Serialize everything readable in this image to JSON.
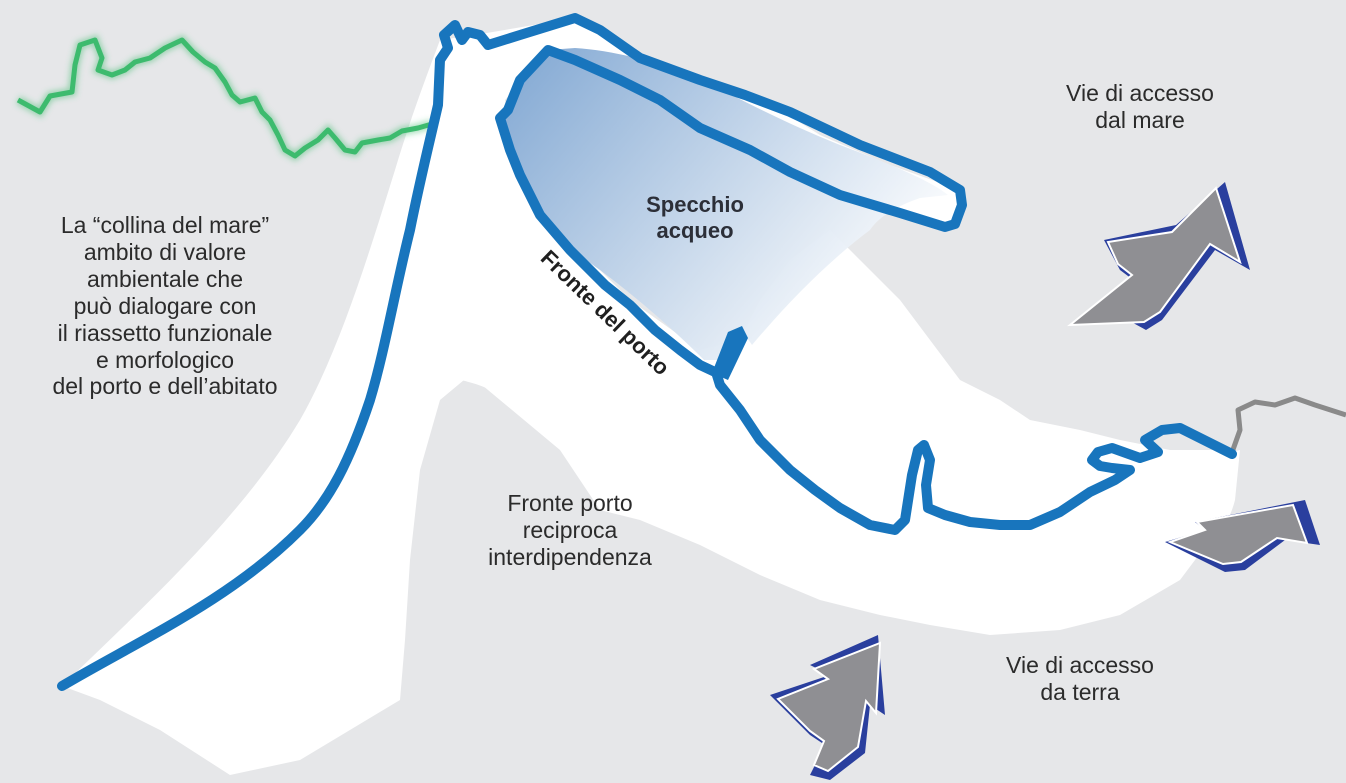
{
  "labels": {
    "collina": [
      "La “collina del mare”",
      "ambito di valore",
      "ambientale che",
      "può dialogare con",
      "il riassetto funzionale",
      "e morfologico",
      "del porto e dell’abitato"
    ],
    "vie_mare": [
      "Vie di accesso",
      "dal mare"
    ],
    "specchio": [
      "Specchio",
      "acqueo"
    ],
    "fronte_del_porto": "Fronte del porto",
    "fronte_porto": [
      "Fronte porto",
      "reciproca",
      "interdipendenza"
    ],
    "vie_terra": [
      "Vie di accesso",
      "da terra"
    ]
  },
  "colors": {
    "background": "#e6e7e9",
    "land": "#ffffff",
    "coastline": "#1875bd",
    "water_dark": "#7fa6d2",
    "hill_line": "#3dbb6e",
    "road_line": "#8a8a8a",
    "arrow_fill": "#8f8f93",
    "arrow_edge": "#2a3f9e"
  },
  "icons": [
    "access-arrow-icon"
  ]
}
